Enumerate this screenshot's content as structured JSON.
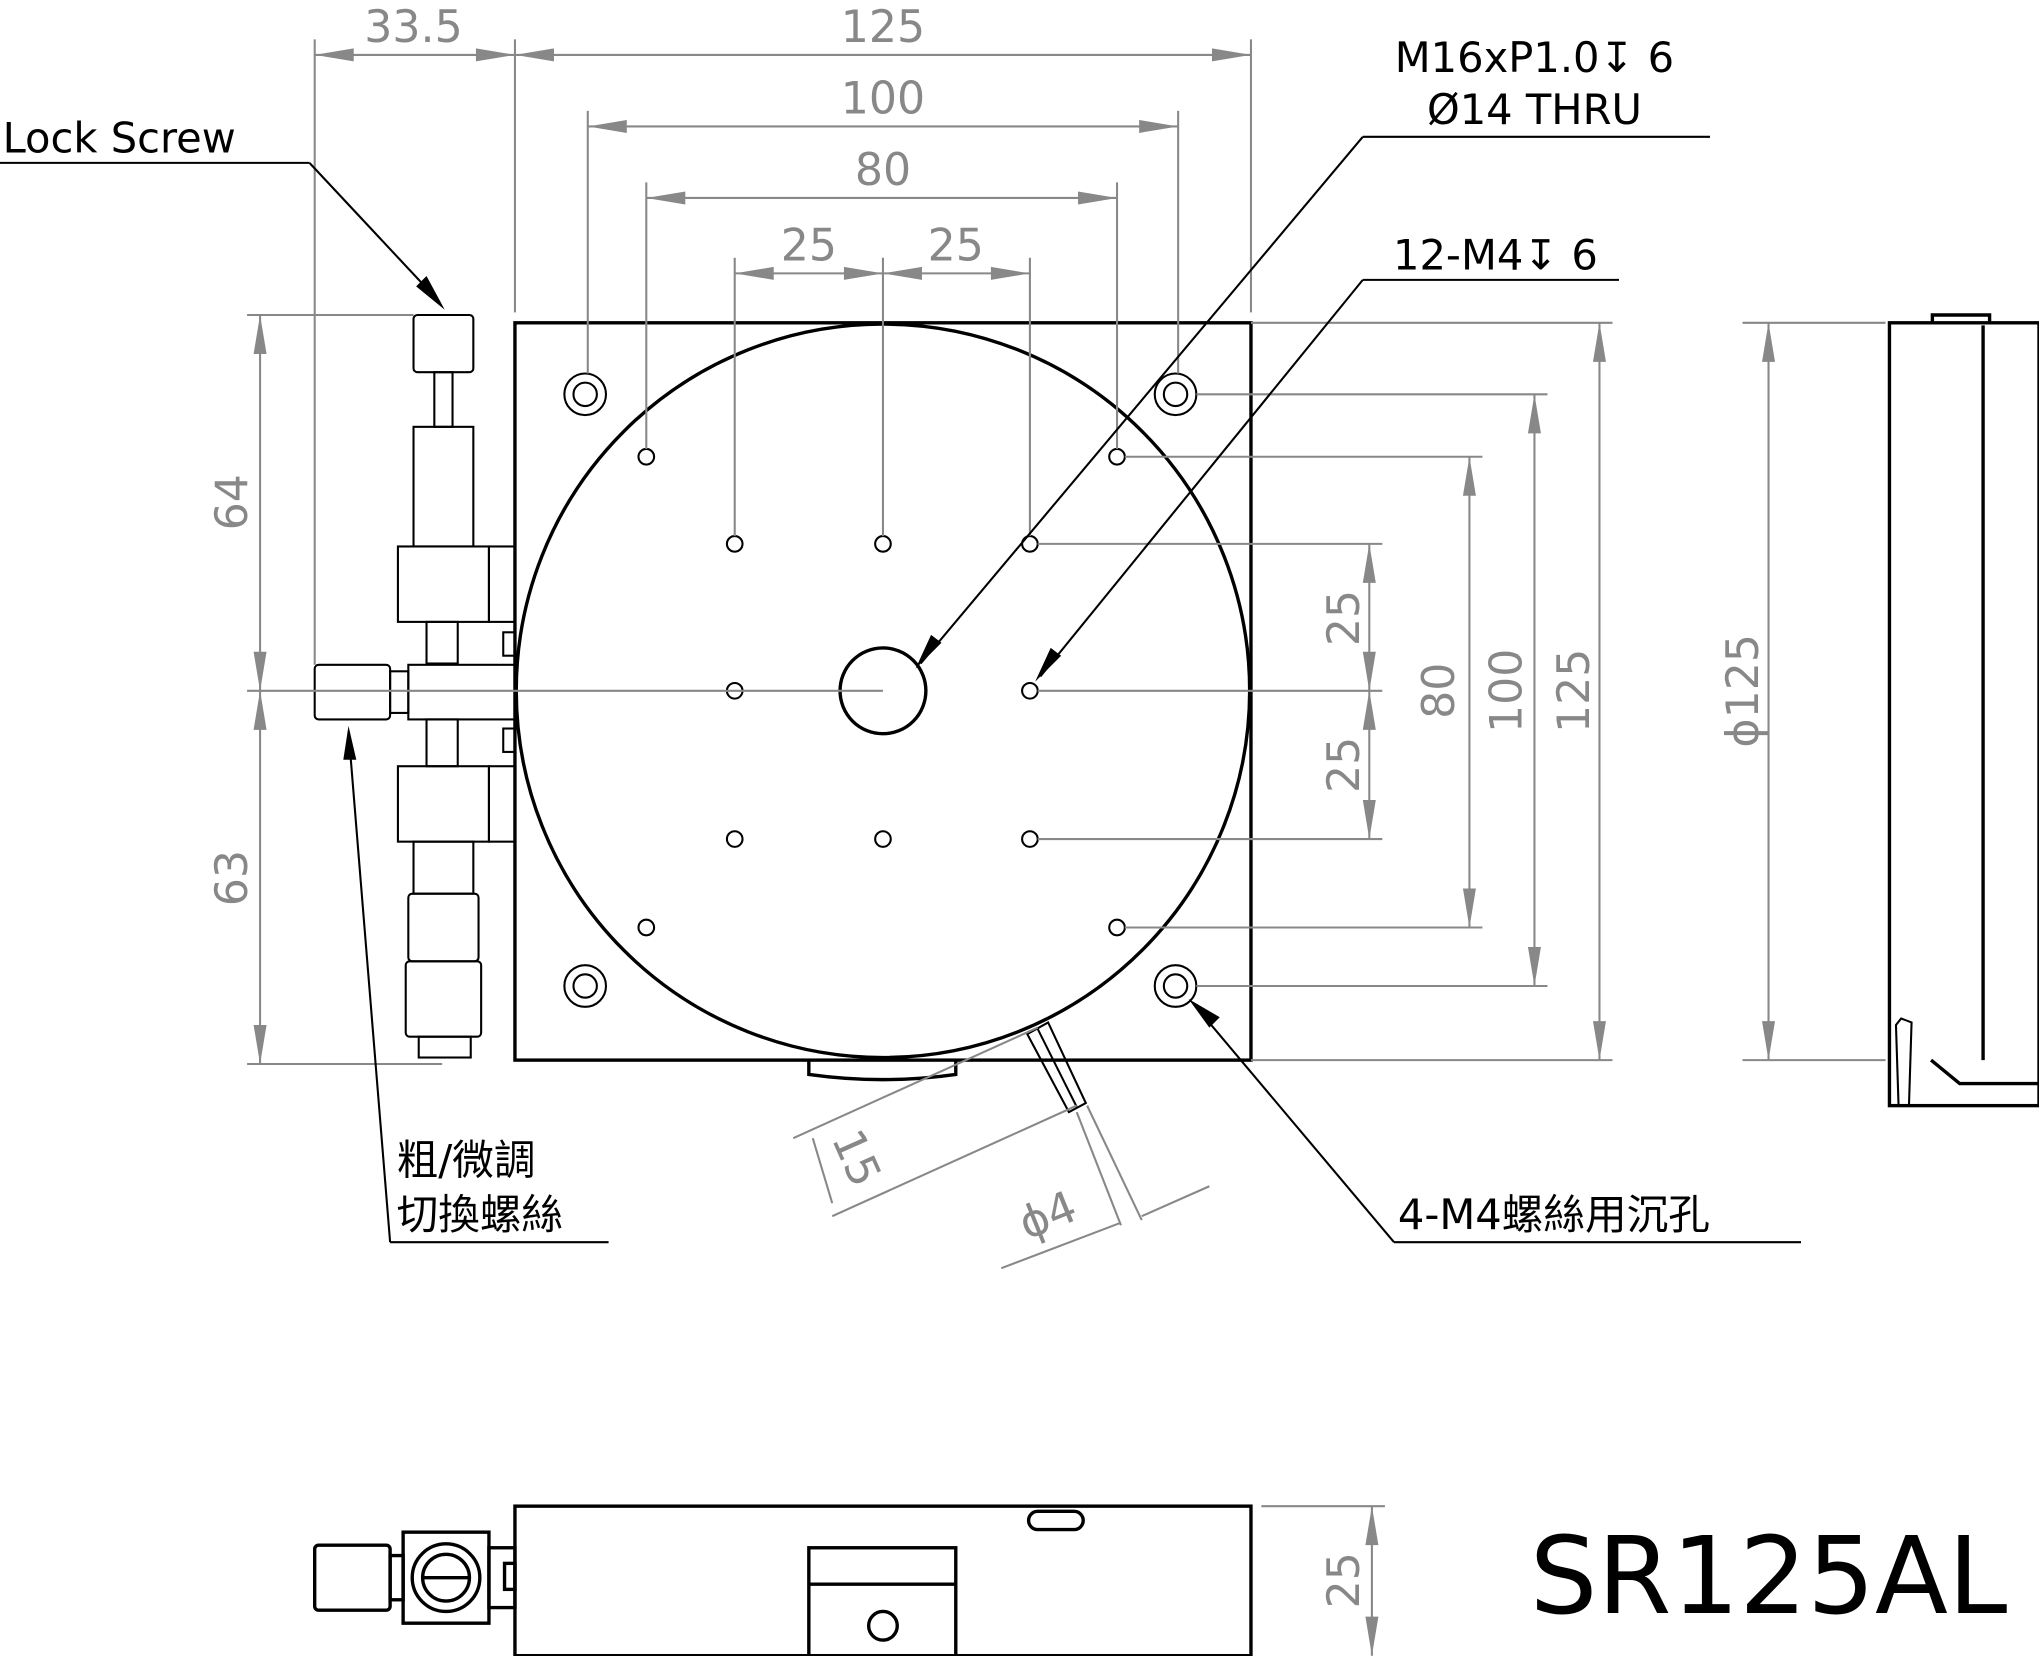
{
  "title": "SR125AL",
  "labels": {
    "lock_screw": "Lock Screw",
    "center_thread_line1": "M16xP1.0↧ 6",
    "center_thread_line2": "Ø14 THRU",
    "mount_holes": "12-M4↧ 6",
    "switch_screw_line1": "粗/微調",
    "switch_screw_line2": "切換螺絲",
    "counterbore": "4-M4螺絲用沉孔"
  },
  "dimensions": {
    "top_offset": "33.5",
    "top_width": "125",
    "top_100": "100",
    "top_80": "80",
    "top_25_left": "25",
    "top_25_right": "25",
    "left_upper": "64",
    "left_lower": "63",
    "right_25_upper": "25",
    "right_25_lower": "25",
    "right_80": "80",
    "right_100": "100",
    "right_125": "125",
    "side_diameter": "ϕ125",
    "pin_15": "15",
    "pin_diameter": "ϕ4",
    "height": "25"
  }
}
